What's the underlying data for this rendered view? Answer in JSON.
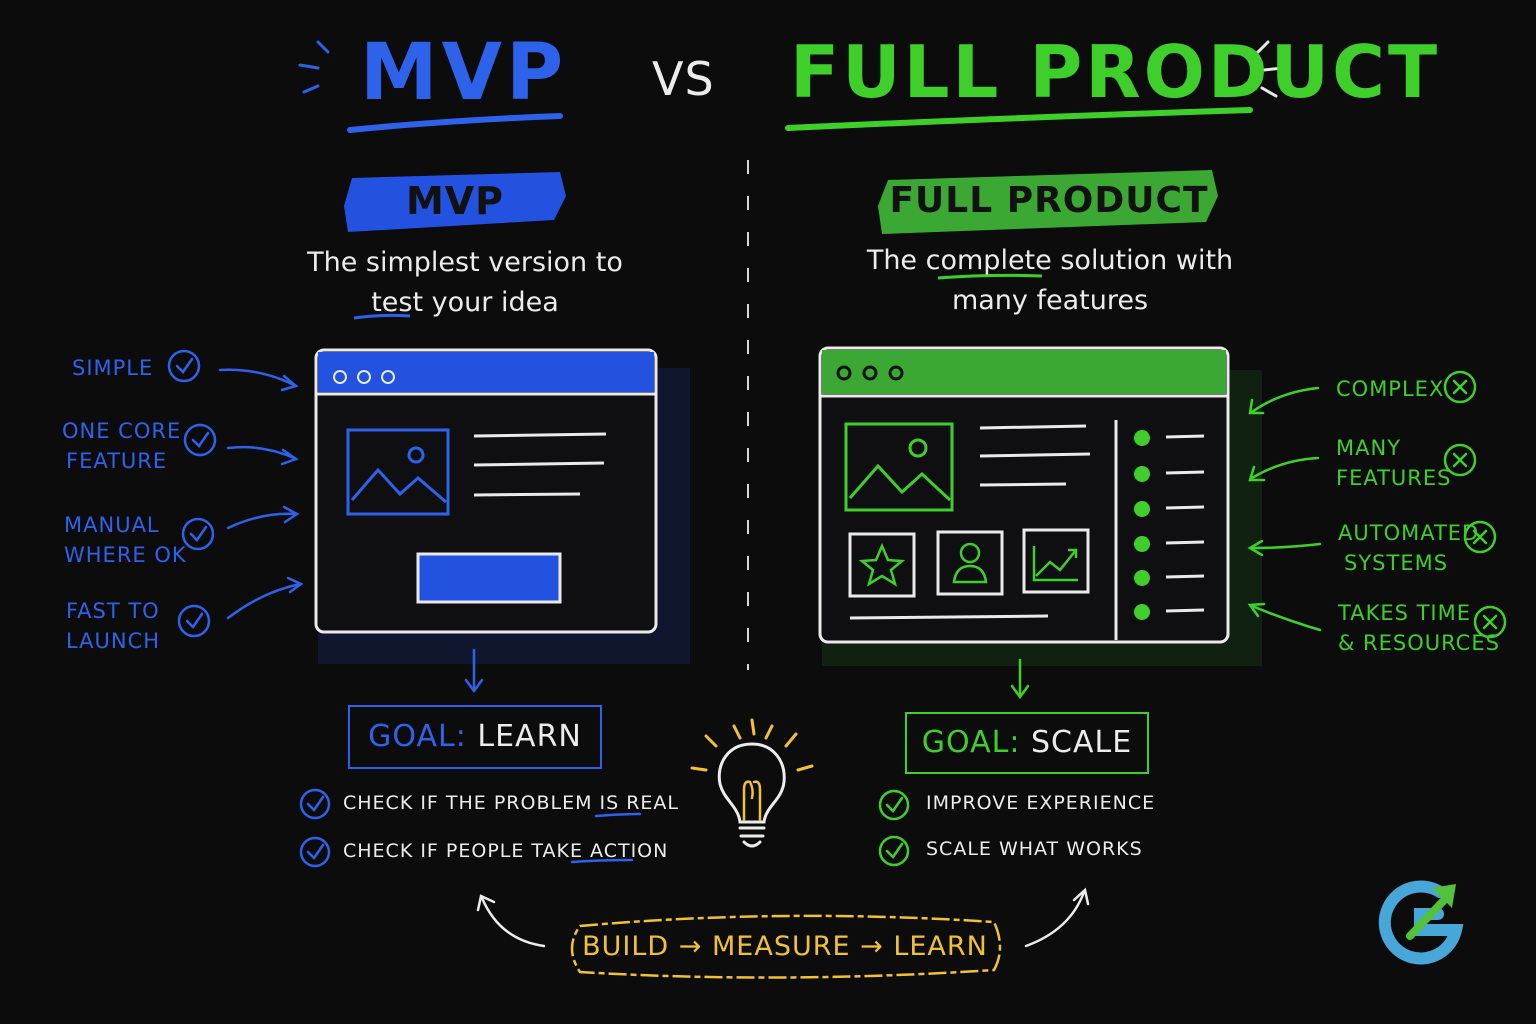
{
  "header": {
    "mvp": "MVP",
    "vs": "VS",
    "full": "FULL PRODUCT"
  },
  "mvp": {
    "badge": "MVP",
    "desc_line1": "The simplest version to",
    "desc_line2_word": "test",
    "desc_line2_rest": "your idea",
    "features": [
      {
        "line1": "SIMPLE",
        "line2": ""
      },
      {
        "line1": "ONE CORE",
        "line2": "FEATURE"
      },
      {
        "line1": "MANUAL",
        "line2": "WHERE OK"
      },
      {
        "line1": "FAST TO",
        "line2": "LAUNCH"
      }
    ],
    "goal_prefix": "GOAL:",
    "goal_value": "LEARN",
    "checks": [
      "CHECK IF THE PROBLEM IS REAL",
      "CHECK IF PEOPLE TAKE ACTION"
    ]
  },
  "full": {
    "badge": "FULL PRODUCT",
    "desc_line1_a": "The",
    "desc_line1_word": "complete",
    "desc_line1_b": "solution with",
    "desc_line2": "many features",
    "features": [
      {
        "line1": "COMPLEX",
        "line2": ""
      },
      {
        "line1": "MANY",
        "line2": "FEATURES"
      },
      {
        "line1": "AUTOMATED",
        "line2": "SYSTEMS"
      },
      {
        "line1": "TAKES TIME",
        "line2": "& RESOURCES"
      }
    ],
    "goal_prefix": "GOAL:",
    "goal_value": "SCALE",
    "checks": [
      "IMPROVE EXPERIENCE",
      "SCALE WHAT WORKS"
    ]
  },
  "loop": "BUILD → MEASURE → LEARN",
  "colors": {
    "mvp": "#2f62ea",
    "full": "#3fcf2a",
    "accent": "#f0c233",
    "background": "#0c0c0d"
  },
  "icons": [
    "check-circle-icon",
    "x-circle-icon",
    "image-icon",
    "star-icon",
    "user-icon",
    "chart-icon",
    "lightbulb-icon",
    "logo-icon"
  ]
}
